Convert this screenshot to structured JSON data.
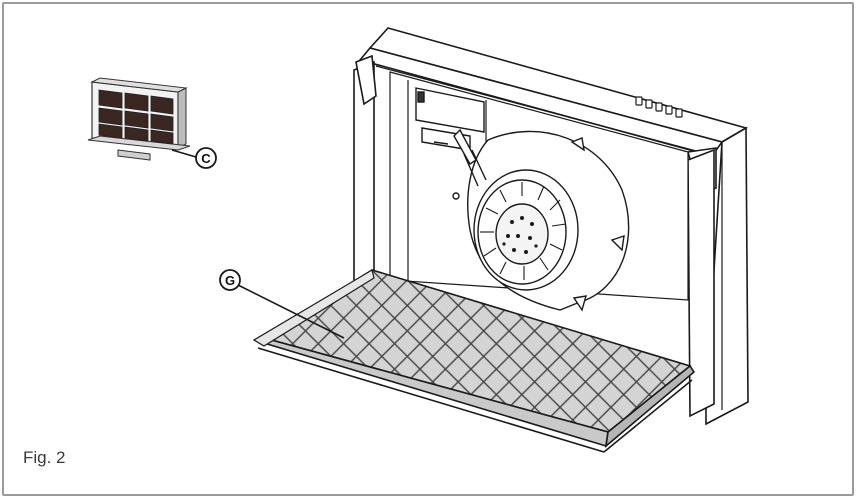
{
  "caption": "Fig. 2",
  "callouts": {
    "c": {
      "label": "C"
    },
    "g": {
      "label": "G"
    }
  },
  "colors": {
    "line": "#1a1a1a",
    "frame": "#9a9a9a",
    "filter_fill": "#3a2722",
    "tray_fill": "#c9c9c9"
  }
}
